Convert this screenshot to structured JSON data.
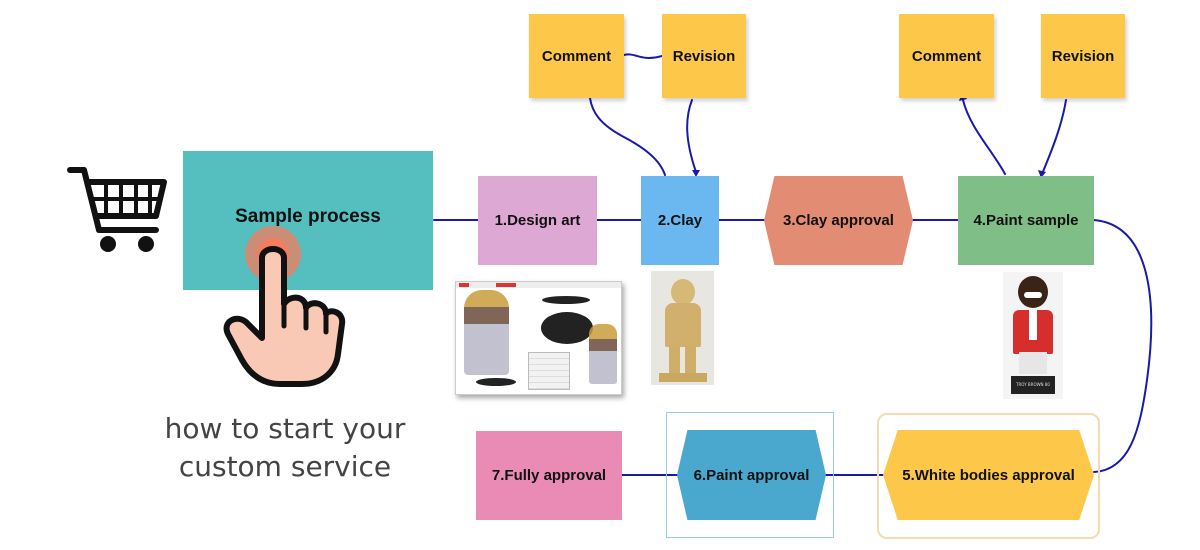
{
  "start": {
    "title": "Sample process",
    "caption_line1": "how to start your",
    "caption_line2": "custom service"
  },
  "steps": {
    "design_art": "1.Design art",
    "clay": "2.Clay",
    "clay_approval": "3.Clay approval",
    "paint_sample": "4.Paint sample",
    "white_bodies_approval": "5.White bodies approval",
    "paint_approval": "6.Paint approval",
    "fully_approval": "7.Fully approval"
  },
  "notes": {
    "clay_comment": "Comment",
    "clay_revision": "Revision",
    "paint_comment": "Comment",
    "paint_revision": "Revision"
  },
  "photos": {
    "bobblehead_base_text": "TROY BROWN 80"
  },
  "colors": {
    "start_box": "#55bfc0",
    "design_art": "#dea8d5",
    "clay": "#6ab8ef",
    "clay_approval": "#e28c73",
    "paint_sample": "#7fbe87",
    "white_bodies_approval": "#fdc84a",
    "paint_approval": "#4aa8cf",
    "fully_approval": "#ea8bb5",
    "sticky_note": "#fdc84a",
    "connector": "#1a1aa8"
  },
  "icons": [
    "shopping-cart-icon",
    "pointing-hand-icon"
  ]
}
